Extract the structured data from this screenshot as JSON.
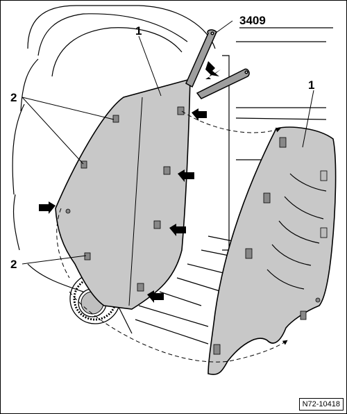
{
  "callouts": {
    "trim_panel": "1",
    "trim_panel_detached": "1",
    "tool": "3409",
    "clips_upper": "2",
    "clips_lower": "2"
  },
  "figure_id": "N72-10418"
}
